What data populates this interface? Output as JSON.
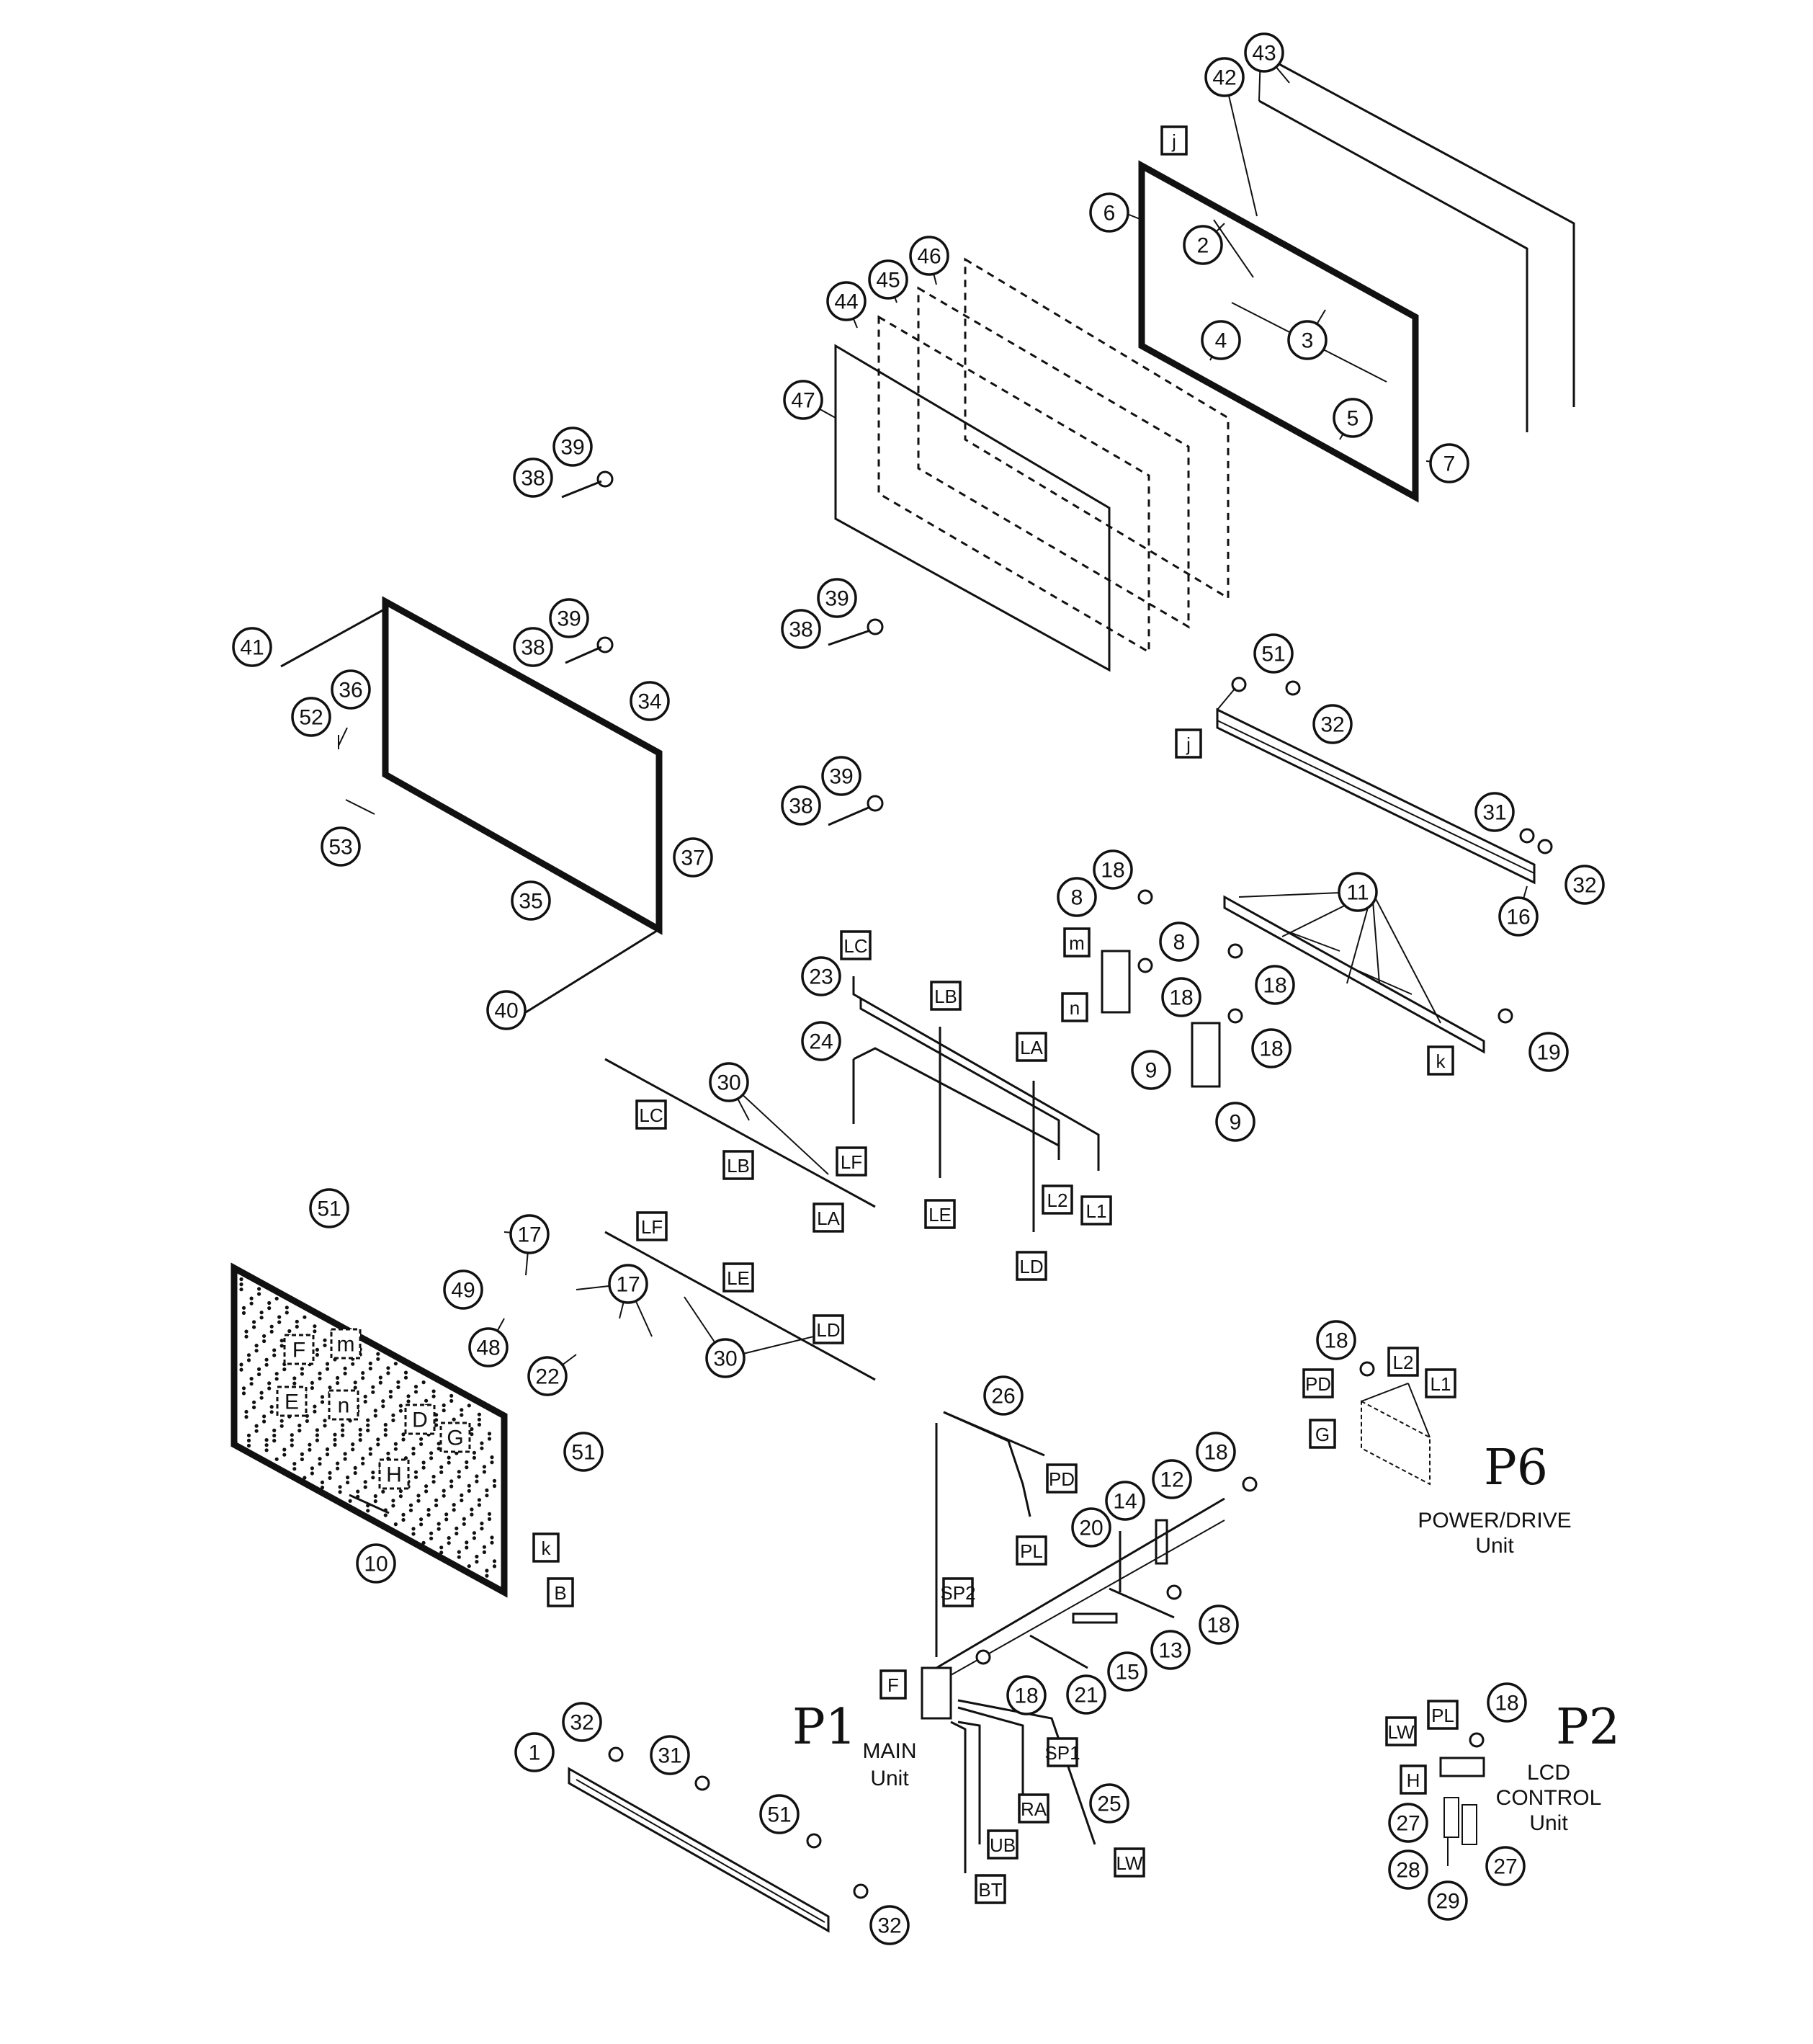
{
  "diagram": {
    "callouts": [
      {
        "id": "c43",
        "label": "43"
      },
      {
        "id": "c42",
        "label": "42"
      },
      {
        "id": "c6",
        "label": "6"
      },
      {
        "id": "c2",
        "label": "2"
      },
      {
        "id": "c3",
        "label": "3"
      },
      {
        "id": "c4",
        "label": "4"
      },
      {
        "id": "c5",
        "label": "5"
      },
      {
        "id": "c7",
        "label": "7"
      },
      {
        "id": "c46",
        "label": "46"
      },
      {
        "id": "c45",
        "label": "45"
      },
      {
        "id": "c44",
        "label": "44"
      },
      {
        "id": "c47",
        "label": "47"
      },
      {
        "id": "c39a",
        "label": "39"
      },
      {
        "id": "c38a",
        "label": "38"
      },
      {
        "id": "c39b",
        "label": "39"
      },
      {
        "id": "c38b",
        "label": "38"
      },
      {
        "id": "c39c",
        "label": "39"
      },
      {
        "id": "c38c",
        "label": "38"
      },
      {
        "id": "c39d",
        "label": "39"
      },
      {
        "id": "c38d",
        "label": "38"
      },
      {
        "id": "c41",
        "label": "41"
      },
      {
        "id": "c36",
        "label": "36"
      },
      {
        "id": "c34",
        "label": "34"
      },
      {
        "id": "c52",
        "label": "52"
      },
      {
        "id": "c53",
        "label": "53"
      },
      {
        "id": "c37",
        "label": "37"
      },
      {
        "id": "c35",
        "label": "35"
      },
      {
        "id": "c40",
        "label": "40"
      },
      {
        "id": "c51a",
        "label": "51"
      },
      {
        "id": "c32a",
        "label": "32"
      },
      {
        "id": "c31a",
        "label": "31"
      },
      {
        "id": "c32b",
        "label": "32"
      },
      {
        "id": "c16",
        "label": "16"
      },
      {
        "id": "c11",
        "label": "11"
      },
      {
        "id": "c19",
        "label": "19"
      },
      {
        "id": "c18a",
        "label": "18"
      },
      {
        "id": "c8a",
        "label": "8"
      },
      {
        "id": "c8b",
        "label": "8"
      },
      {
        "id": "c18b",
        "label": "18"
      },
      {
        "id": "c18c",
        "label": "18"
      },
      {
        "id": "c18d",
        "label": "18"
      },
      {
        "id": "c9a",
        "label": "9"
      },
      {
        "id": "c9b",
        "label": "9"
      },
      {
        "id": "c23",
        "label": "23"
      },
      {
        "id": "c24",
        "label": "24"
      },
      {
        "id": "c30a",
        "label": "30"
      },
      {
        "id": "c51b",
        "label": "51"
      },
      {
        "id": "c17a",
        "label": "17"
      },
      {
        "id": "c17b",
        "label": "17"
      },
      {
        "id": "c49",
        "label": "49"
      },
      {
        "id": "c48",
        "label": "48"
      },
      {
        "id": "c22",
        "label": "22"
      },
      {
        "id": "c30b",
        "label": "30"
      },
      {
        "id": "c51c",
        "label": "51"
      },
      {
        "id": "c10",
        "label": "10"
      },
      {
        "id": "c26",
        "label": "26"
      },
      {
        "id": "c18e",
        "label": "18"
      },
      {
        "id": "c12",
        "label": "12"
      },
      {
        "id": "c14",
        "label": "14"
      },
      {
        "id": "c20",
        "label": "20"
      },
      {
        "id": "c18f",
        "label": "18"
      },
      {
        "id": "c13",
        "label": "13"
      },
      {
        "id": "c15",
        "label": "15"
      },
      {
        "id": "c21",
        "label": "21"
      },
      {
        "id": "c18g",
        "label": "18"
      },
      {
        "id": "c25",
        "label": "25"
      },
      {
        "id": "c1",
        "label": "1"
      },
      {
        "id": "c32c",
        "label": "32"
      },
      {
        "id": "c31b",
        "label": "31"
      },
      {
        "id": "c51d",
        "label": "51"
      },
      {
        "id": "c32d",
        "label": "32"
      },
      {
        "id": "c18h",
        "label": "18"
      },
      {
        "id": "c18i",
        "label": "18"
      },
      {
        "id": "c27a",
        "label": "27"
      },
      {
        "id": "c28",
        "label": "28"
      },
      {
        "id": "c27b",
        "label": "27"
      },
      {
        "id": "c29",
        "label": "29"
      }
    ],
    "tags": [
      {
        "id": "tj1",
        "label": "j"
      },
      {
        "id": "tj2",
        "label": "j"
      },
      {
        "id": "tm",
        "label": "m"
      },
      {
        "id": "tn",
        "label": "n"
      },
      {
        "id": "tk1",
        "label": "k"
      },
      {
        "id": "tLC1",
        "label": "LC"
      },
      {
        "id": "tLB1",
        "label": "LB"
      },
      {
        "id": "tLA1",
        "label": "LA"
      },
      {
        "id": "tLF1",
        "label": "LF"
      },
      {
        "id": "tLE1",
        "label": "LE"
      },
      {
        "id": "tL2a",
        "label": "L2"
      },
      {
        "id": "tL1a",
        "label": "L1"
      },
      {
        "id": "tLD1",
        "label": "LD"
      },
      {
        "id": "tLC2",
        "label": "LC"
      },
      {
        "id": "tLB2",
        "label": "LB"
      },
      {
        "id": "tLA2",
        "label": "LA"
      },
      {
        "id": "tLF2",
        "label": "LF"
      },
      {
        "id": "tLE2",
        "label": "LE"
      },
      {
        "id": "tLD2",
        "label": "LD"
      },
      {
        "id": "tk2",
        "label": "k"
      },
      {
        "id": "tB",
        "label": "B"
      },
      {
        "id": "tPD1",
        "label": "PD"
      },
      {
        "id": "tPL1",
        "label": "PL"
      },
      {
        "id": "tSP2",
        "label": "SP2"
      },
      {
        "id": "tF",
        "label": "F"
      },
      {
        "id": "tSP1",
        "label": "SP1"
      },
      {
        "id": "tRA",
        "label": "RA"
      },
      {
        "id": "tUB",
        "label": "UB"
      },
      {
        "id": "tBT",
        "label": "BT"
      },
      {
        "id": "tLW1",
        "label": "LW"
      },
      {
        "id": "tPD2",
        "label": "PD"
      },
      {
        "id": "tG",
        "label": "G"
      },
      {
        "id": "tL2b",
        "label": "L2"
      },
      {
        "id": "tL1b",
        "label": "L1"
      },
      {
        "id": "tLW2",
        "label": "LW"
      },
      {
        "id": "tPL2",
        "label": "PL"
      },
      {
        "id": "tH",
        "label": "H"
      }
    ],
    "board_tags": [
      {
        "id": "bF",
        "label": "F"
      },
      {
        "id": "bm",
        "label": "m"
      },
      {
        "id": "bE",
        "label": "E"
      },
      {
        "id": "bn",
        "label": "n"
      },
      {
        "id": "bD",
        "label": "D"
      },
      {
        "id": "bG",
        "label": "G"
      },
      {
        "id": "bH",
        "label": "H"
      }
    ],
    "units": {
      "p6": {
        "code": "P6",
        "line1": "POWER/DRIVE",
        "line2": "Unit"
      },
      "p1": {
        "code": "P1",
        "line1": "MAIN",
        "line2": "Unit"
      },
      "p2": {
        "code": "P2",
        "line1": "LCD",
        "line2": "CONTROL",
        "line3": "Unit"
      }
    }
  }
}
